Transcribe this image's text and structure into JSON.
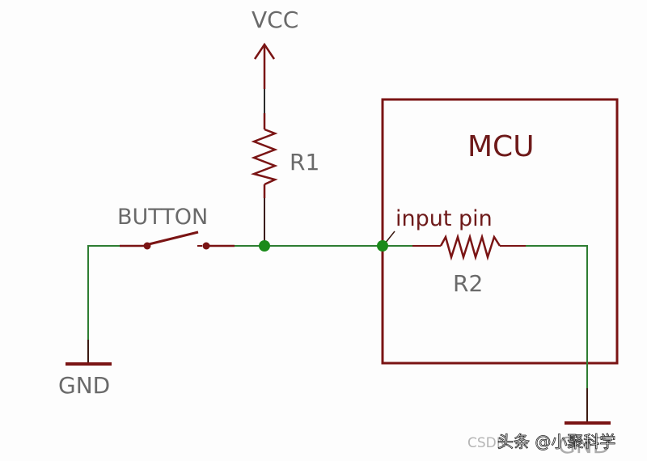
{
  "diagram": {
    "title": "Pull-up resistor button circuit",
    "colors": {
      "wire": "#2e7d32",
      "component": "#7a1414",
      "junction": "#1a8a1a",
      "label": "#6a6a6a",
      "mcu_label": "#6e1a1a"
    },
    "labels": {
      "vcc": "VCC",
      "r1": "R1",
      "button": "BUTTON",
      "input_pin": "input pin",
      "r2": "R2",
      "mcu": "MCU",
      "gnd_left": "GND",
      "gnd_right": "GND"
    },
    "components": [
      {
        "id": "vcc",
        "type": "power-arrow",
        "label": "VCC"
      },
      {
        "id": "r1",
        "type": "resistor",
        "label": "R1",
        "orientation": "vertical"
      },
      {
        "id": "button",
        "type": "switch",
        "label": "BUTTON",
        "state": "open"
      },
      {
        "id": "mcu",
        "type": "ic-box",
        "label": "MCU"
      },
      {
        "id": "r2",
        "type": "resistor",
        "label": "R2",
        "orientation": "horizontal"
      },
      {
        "id": "gnd-left",
        "type": "ground",
        "label": "GND"
      },
      {
        "id": "gnd-right",
        "type": "ground",
        "label": "GND"
      }
    ],
    "connections": [
      {
        "from": "gnd-left",
        "to": "button"
      },
      {
        "from": "button",
        "to": "junction-1"
      },
      {
        "from": "r1",
        "to": "junction-1"
      },
      {
        "from": "vcc",
        "to": "r1"
      },
      {
        "from": "junction-1",
        "to": "junction-2"
      },
      {
        "from": "junction-2",
        "to": "r2"
      },
      {
        "from": "r2",
        "to": "gnd-right"
      }
    ]
  },
  "watermark": {
    "text_light": "CSDN",
    "text_main": "头条 @小聚科学"
  }
}
